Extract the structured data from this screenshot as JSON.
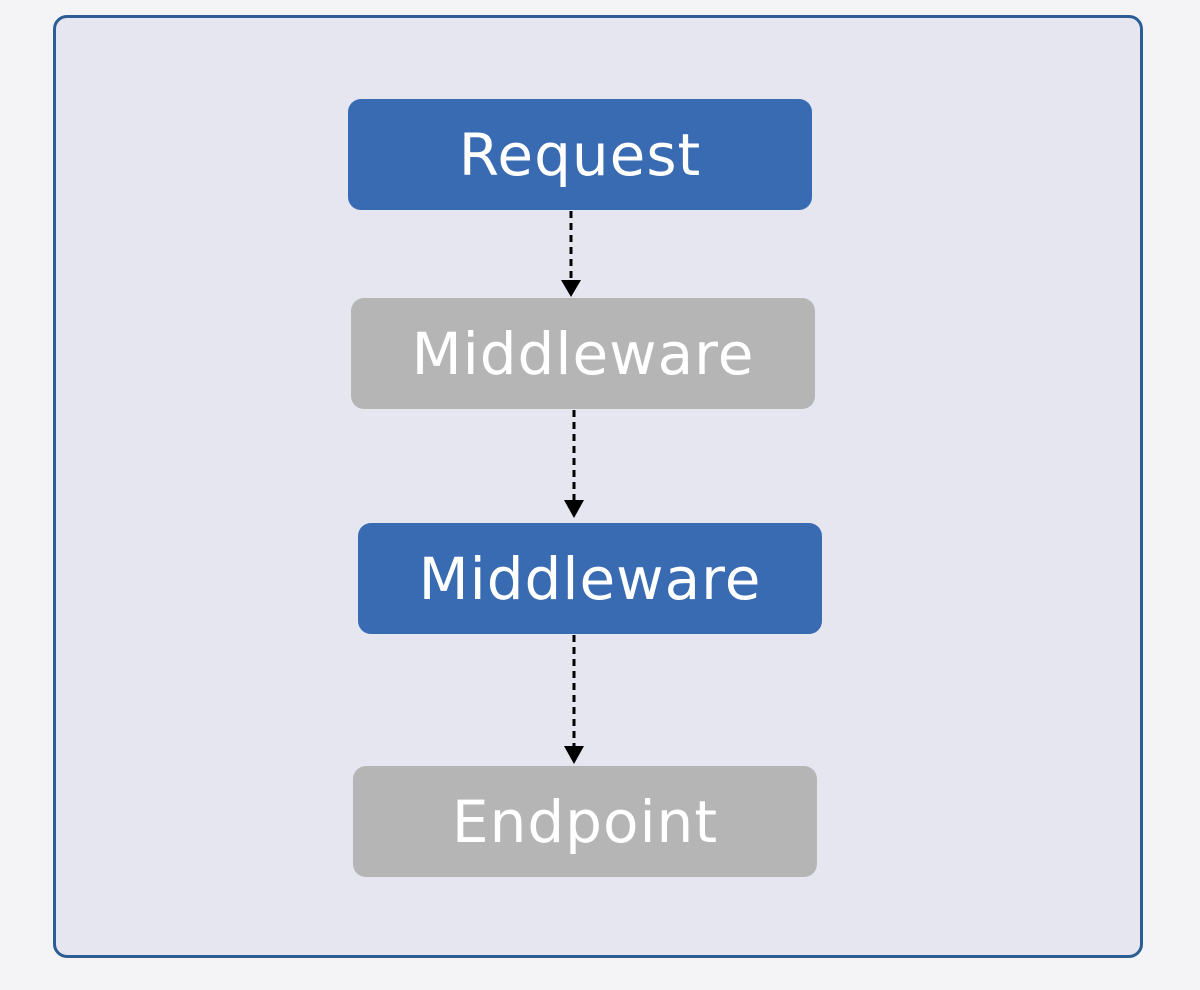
{
  "diagram": {
    "nodes": [
      {
        "id": "request",
        "label": "Request",
        "style": "blue"
      },
      {
        "id": "middleware-1",
        "label": "Middleware",
        "style": "gray"
      },
      {
        "id": "middleware-2",
        "label": "Middleware",
        "style": "blue"
      },
      {
        "id": "endpoint",
        "label": "Endpoint",
        "style": "gray"
      }
    ],
    "edges": [
      {
        "from": "request",
        "to": "middleware-1",
        "line": "dashed"
      },
      {
        "from": "middleware-1",
        "to": "middleware-2",
        "line": "dashed"
      },
      {
        "from": "middleware-2",
        "to": "endpoint",
        "line": "dashed"
      }
    ],
    "colors": {
      "frame_border": "#2c5e93",
      "frame_fill": "#e5e6ef",
      "node_blue": "#396bb2",
      "node_gray": "#b5b5b5",
      "arrow": "#000000"
    }
  }
}
